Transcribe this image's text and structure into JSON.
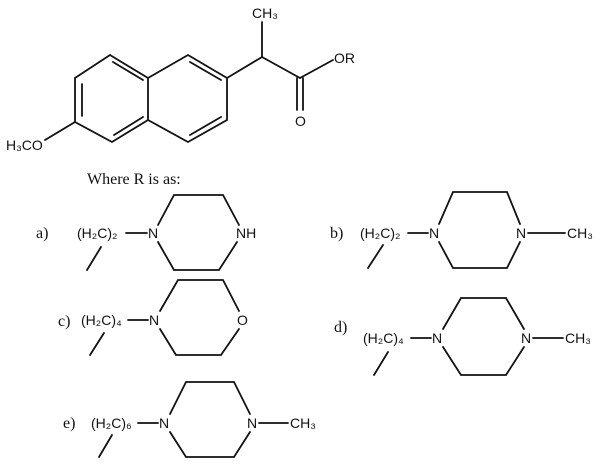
{
  "main_structure": {
    "methyl": "CH₃",
    "ester_oxygen": "OR",
    "carbonyl_oxygen": "O",
    "methoxy": "H₃CO"
  },
  "caption": "Where R is as:",
  "substituents": [
    {
      "label": "a)",
      "chain": "(H₂C)₂",
      "n1": "N",
      "n2": "NH"
    },
    {
      "label": "b)",
      "chain": "(H₂C)₂",
      "n1": "N",
      "n2": "N",
      "terminal": "CH₃"
    },
    {
      "label": "c)",
      "chain": "(H₂C)₄",
      "n1": "N",
      "n2": "O"
    },
    {
      "label": "d)",
      "chain": "(H₂C)₄",
      "n1": "N",
      "n2": "N",
      "terminal": "CH₃"
    },
    {
      "label": "e)",
      "chain": "(H₂C)₆",
      "n1": "N",
      "n2": "N",
      "terminal": "CH₃"
    }
  ]
}
